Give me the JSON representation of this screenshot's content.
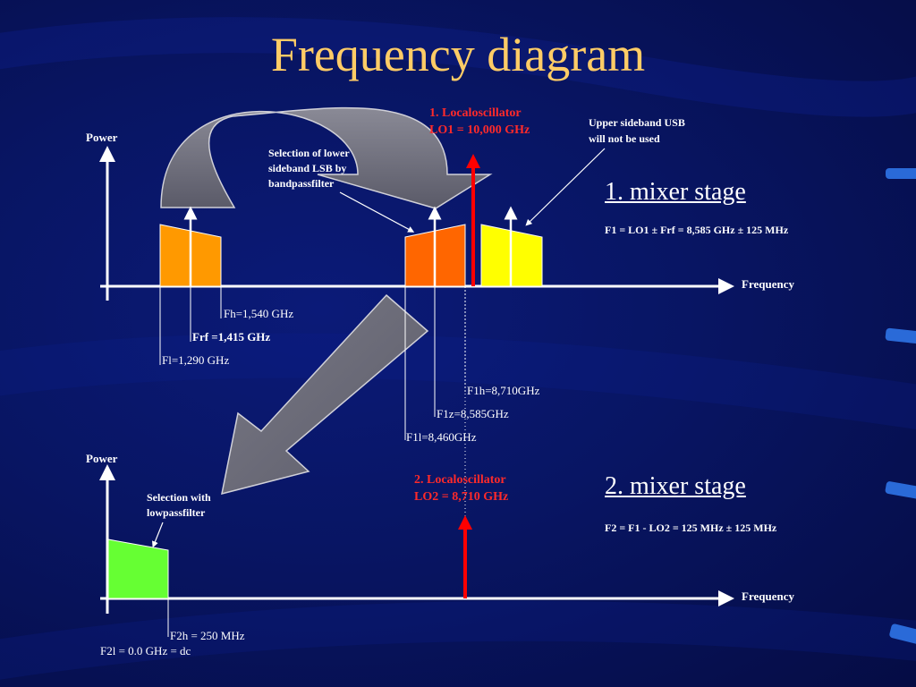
{
  "title": "Frequency diagram",
  "stage1": {
    "axis_y_label": "Power",
    "axis_x_label": "Frequency",
    "heading": "1. mixer stage",
    "formula": "F1 = LO1 ± Frf = 8,585 GHz ± 125 MHz",
    "lo_label_line1": "1. Localoscillator",
    "lo_label_line2": "LO1 = 10,000 GHz",
    "usb_note_line1": "Upper sideband USB",
    "usb_note_line2": "will not be used",
    "lsb_note_line1": "Selection of lower",
    "lsb_note_line2": "sideband LSB by",
    "lsb_note_line3": "bandpassfilter",
    "fh": "Fh=1,540 GHz",
    "frf": "Frf =1,415 GHz",
    "fl": "Fl=1,290 GHz",
    "f1h": "F1h=8,710GHz",
    "f1z": "F1z=8,585GHz",
    "f1l": "F1l=8,460GHz"
  },
  "stage2": {
    "axis_y_label": "Power",
    "axis_x_label": "Frequency",
    "heading": "2. mixer stage",
    "formula": "F2 = F1 - LO2 = 125 MHz ± 125 MHz",
    "lo_label_line1": "2. Localoscillator",
    "lo_label_line2": "LO2 = 8,710 GHz",
    "lpf_note_line1": "Selection with",
    "lpf_note_line2": "lowpassfilter",
    "f2h": "F2h = 250 MHz",
    "f2l": "F2l = 0.0 GHz = dc"
  },
  "colors": {
    "title": "#ffcc66",
    "rf_band": "#ff9900",
    "lsb_band": "#ff6600",
    "usb_band": "#ffff00",
    "if_band": "#66ff33",
    "oscillator": "#ff0000",
    "curved_arrow": "#6a6a7a"
  },
  "icons": [
    "curved-arrow-icon",
    "diagonal-arrow-icon"
  ]
}
